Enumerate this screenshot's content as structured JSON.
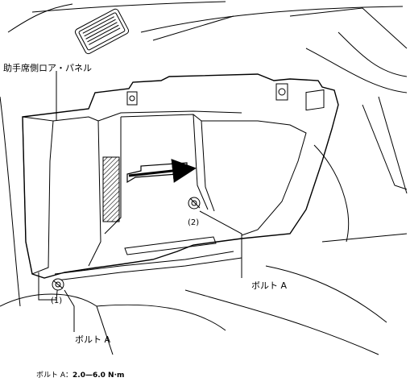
{
  "labels": {
    "panel_name": "助手席側ロア・パネル",
    "callout_2": "(2)",
    "callout_1": "(1)",
    "bolt_a_right": "ボルト A",
    "bolt_a_left": "ボルト A",
    "torque_prefix": "ボルト A：",
    "torque_value": "2.0—6.0 N·m"
  },
  "colors": {
    "line": "#000000",
    "background": "#ffffff",
    "hatch": "#000000"
  },
  "icons": {
    "direction_arrow": "removal-direction-arrow",
    "bolt": "bolt-icon"
  }
}
